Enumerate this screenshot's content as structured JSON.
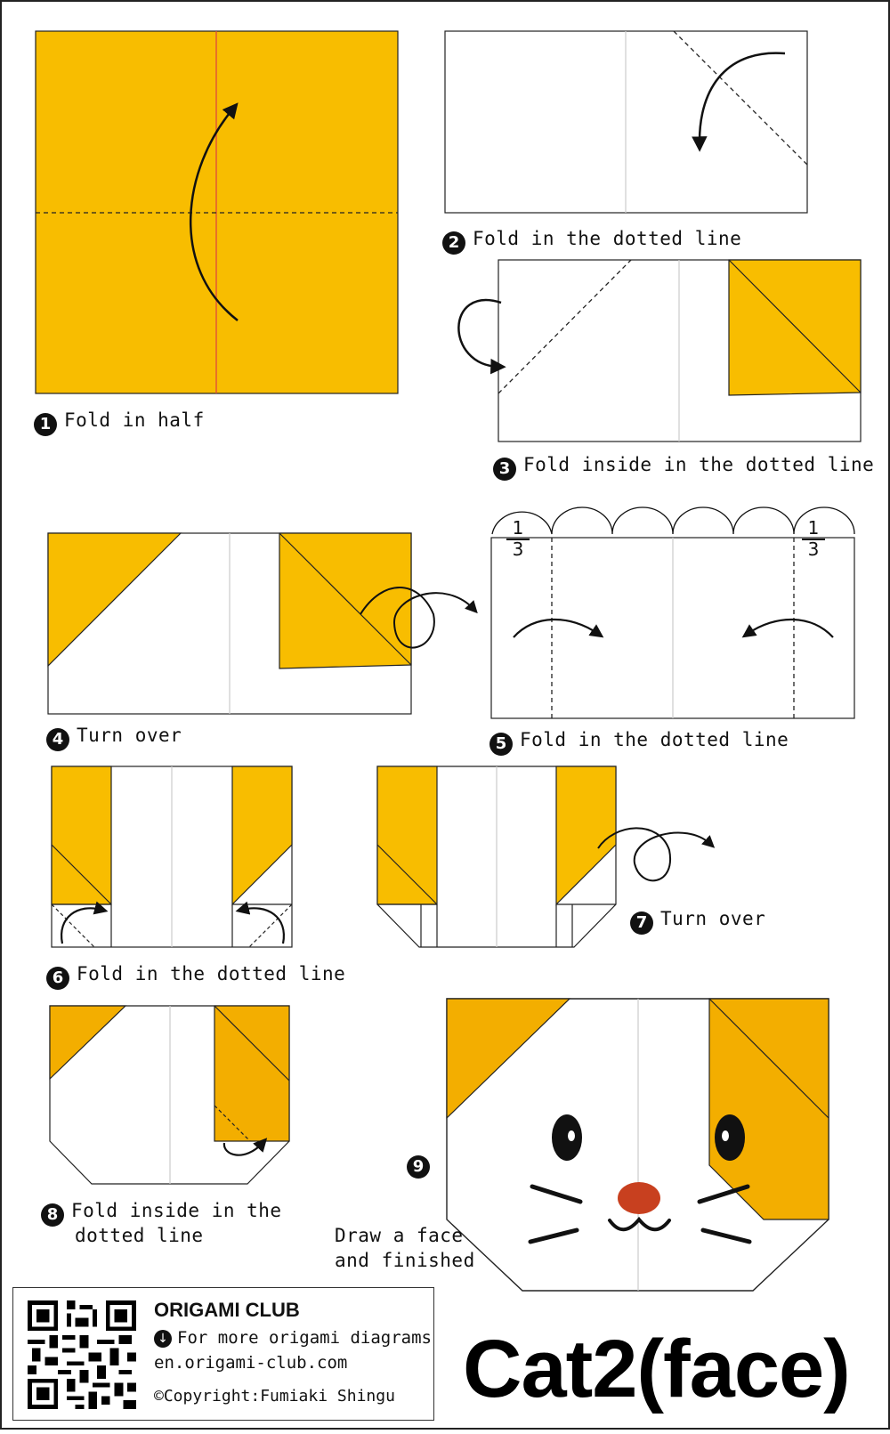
{
  "steps": [
    {
      "num": "1",
      "text": "Fold in half"
    },
    {
      "num": "2",
      "text": "Fold in the dotted line"
    },
    {
      "num": "3",
      "text": "Fold inside in the dotted line"
    },
    {
      "num": "4",
      "text": "Turn over"
    },
    {
      "num": "5",
      "text": "Fold in the dotted line"
    },
    {
      "num": "6",
      "text": "Fold in the dotted line"
    },
    {
      "num": "7",
      "text": "Turn over"
    },
    {
      "num": "8",
      "text": "Fold inside in the",
      "text2": "dotted line"
    },
    {
      "num": "9",
      "text": "Draw a face",
      "text2": "and finished"
    }
  ],
  "fraction": {
    "numerator": "1",
    "denominator": "3"
  },
  "footer": {
    "club": "ORIGAMI CLUB",
    "more": "For more origami diagrams",
    "url": "en.origami-club.com",
    "copyright": "©Copyright:Fumiaki Shingu"
  },
  "title": "Cat2(face)",
  "colors": {
    "orange": "#F8BD00",
    "orange_dark": "#F3AE00",
    "red": "#E0493C",
    "nose": "#C8401F",
    "paper": "#FFFFFF",
    "ink": "#111111"
  }
}
